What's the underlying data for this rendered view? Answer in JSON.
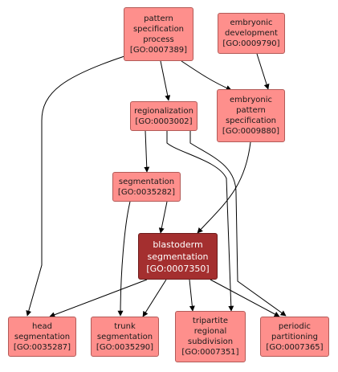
{
  "nodes": {
    "pattern_spec": {
      "lines": [
        "pattern",
        "specification",
        "process"
      ],
      "id": "[GO:0007389]"
    },
    "embryonic_dev": {
      "lines": [
        "embryonic",
        "development"
      ],
      "id": "[GO:0009790]"
    },
    "regionalization": {
      "lines": [
        "regionalization"
      ],
      "id": "[GO:0003002]"
    },
    "embryonic_pattern": {
      "lines": [
        "embryonic",
        "pattern",
        "specification"
      ],
      "id": "[GO:0009880]"
    },
    "segmentation": {
      "lines": [
        "segmentation"
      ],
      "id": "[GO:0035282]"
    },
    "blastoderm": {
      "lines": [
        "blastoderm",
        "segmentation"
      ],
      "id": "[GO:0007350]"
    },
    "head_seg": {
      "lines": [
        "head",
        "segmentation"
      ],
      "id": "[GO:0035287]"
    },
    "trunk_seg": {
      "lines": [
        "trunk",
        "segmentation"
      ],
      "id": "[GO:0035290]"
    },
    "tripartite": {
      "lines": [
        "tripartite",
        "regional",
        "subdivision"
      ],
      "id": "[GO:0007351]"
    },
    "periodic": {
      "lines": [
        "periodic",
        "partitioning"
      ],
      "id": "[GO:0007365]"
    }
  },
  "colors": {
    "node_fill": "#fe8f8c",
    "focus_fill": "#a42f2f",
    "edge": "#000000"
  }
}
